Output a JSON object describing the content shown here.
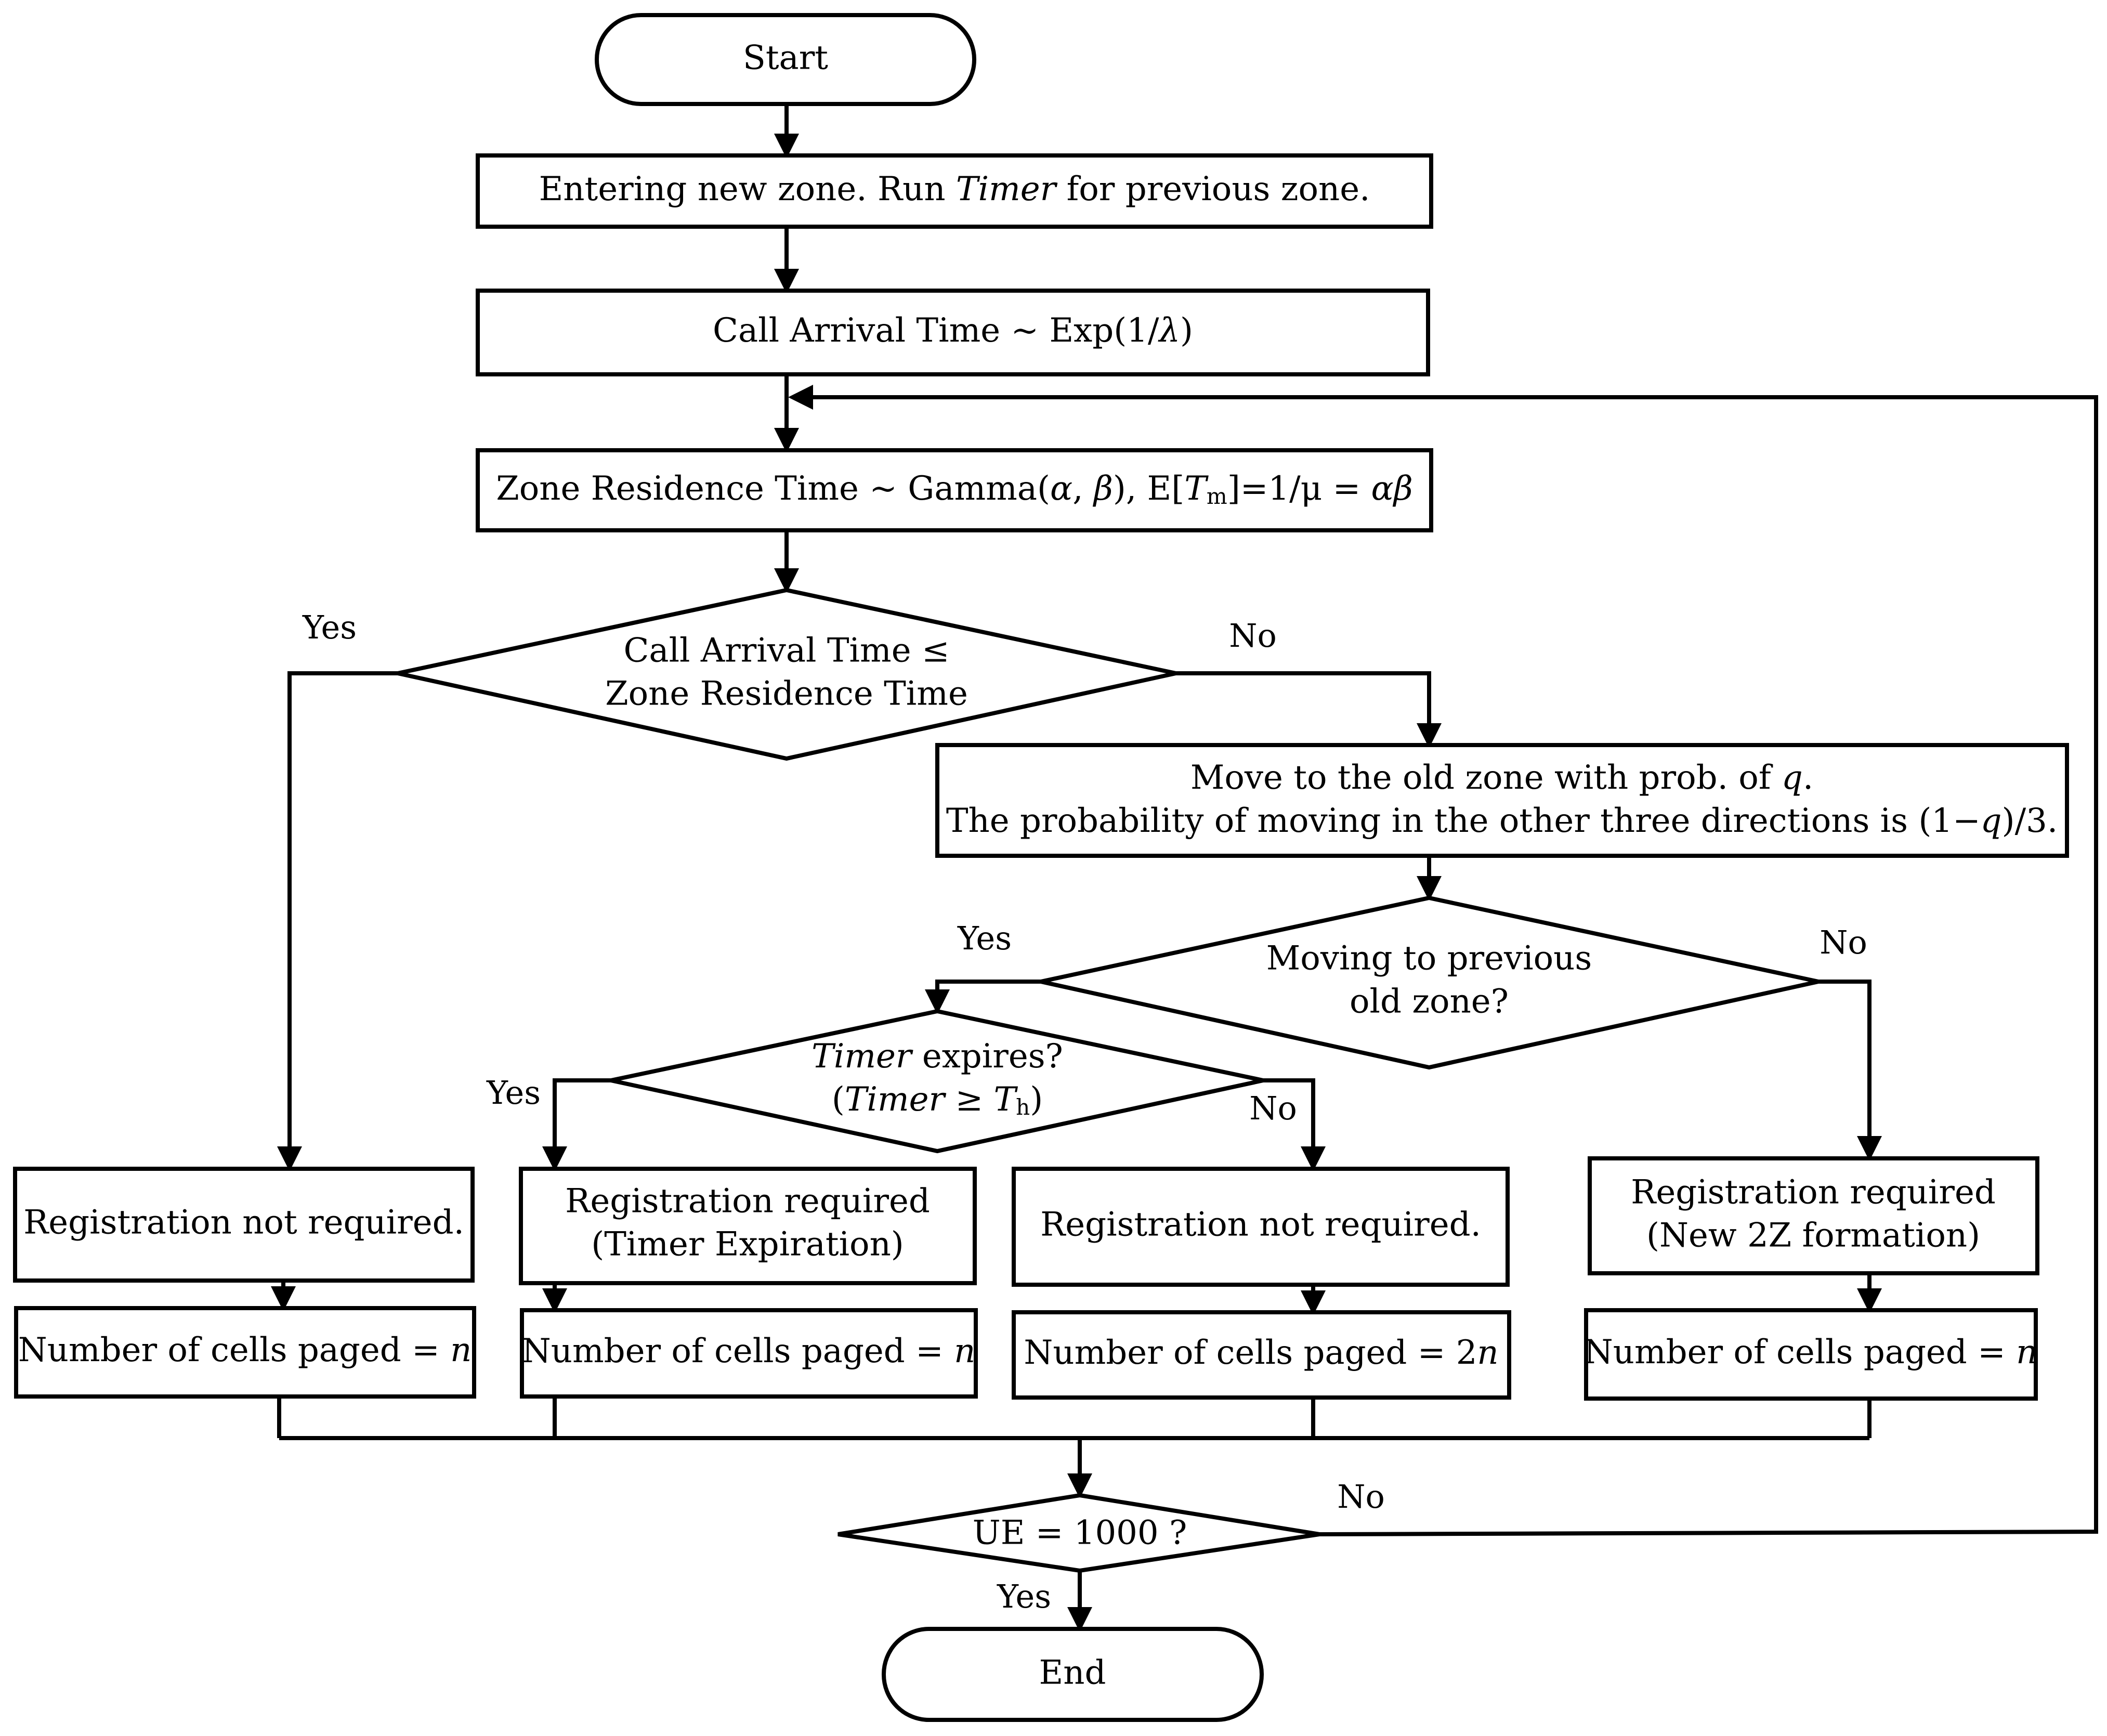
{
  "nodes": {
    "start": {
      "label": "Start"
    },
    "entering": {
      "parts": [
        "Entering new zone. Run ",
        "Timer",
        " for previous zone."
      ]
    },
    "call_arrival": {
      "parts": [
        "Call Arrival Time ~ Exp(1/",
        "λ",
        ")"
      ]
    },
    "zone_residence": {
      "parts": [
        "Zone Residence Time ~ Gamma(",
        "α",
        ", ",
        "β",
        "), E[",
        "T",
        "m",
        "]=1/μ = ",
        "αβ"
      ]
    },
    "decision_call": {
      "line1": "Call Arrival Time ≤",
      "line2": "Zone Residence Time"
    },
    "move": {
      "line1_parts": [
        "Move to the old zone with prob. of ",
        "q",
        "."
      ],
      "line2_parts": [
        "The probability of moving in the other three directions is (1−",
        "q",
        ")/3."
      ]
    },
    "decision_prev": {
      "line1": "Moving to previous",
      "line2": "old zone?"
    },
    "decision_timer": {
      "line1_parts": [
        "Timer",
        " expires?"
      ],
      "line2_parts": [
        "(",
        "Timer",
        " ≥ ",
        "T",
        "h",
        ")"
      ]
    },
    "reg_not_1": {
      "label": "Registration not required."
    },
    "reg_timer": {
      "line1": "Registration required",
      "line2": "(Timer Expiration)"
    },
    "reg_not_2": {
      "label": "Registration not required."
    },
    "reg_new": {
      "line1": "Registration required",
      "line2": "(New 2Z formation)"
    },
    "paged_1": {
      "parts": [
        "Number of cells paged = ",
        "n"
      ]
    },
    "paged_2": {
      "parts": [
        "Number of cells paged = ",
        "n"
      ]
    },
    "paged_3": {
      "parts": [
        "Number of cells paged = 2",
        "n"
      ]
    },
    "paged_4": {
      "parts": [
        "Number of cells paged = ",
        "n"
      ]
    },
    "decision_ue": {
      "label": "UE = 1000 ?"
    },
    "end": {
      "label": "End"
    }
  },
  "edge_labels": {
    "call_yes": "Yes",
    "call_no": "No",
    "prev_yes": "Yes",
    "prev_no": "No",
    "timer_yes": "Yes",
    "timer_no": "No",
    "ue_no": "No",
    "ue_yes": "Yes"
  }
}
